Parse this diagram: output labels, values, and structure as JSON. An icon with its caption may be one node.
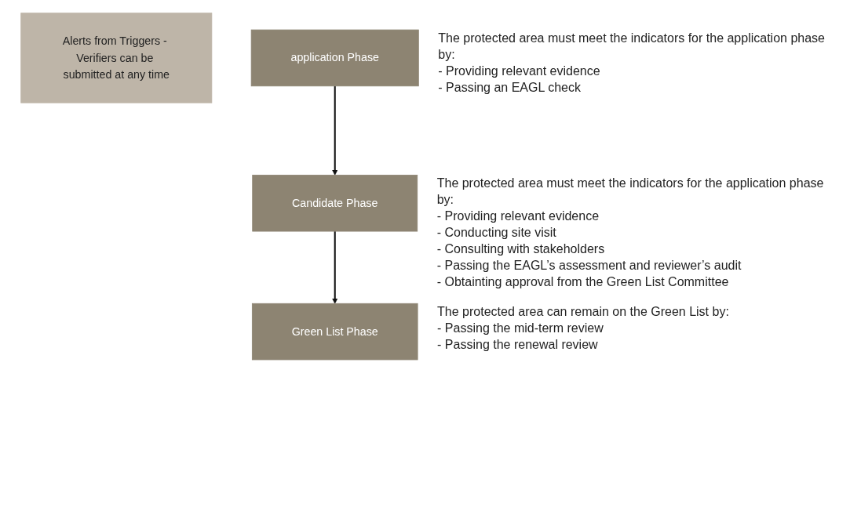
{
  "diagram": {
    "nodes": [
      {
        "text": [
          "Alerts from Triggers - Verifiers can be submitted at any time"
        ]
      },
      {
        "text": [
          "application Phase"
        ],
        "beside": [
          "The protected area must meet the indicators for the application phase by:",
          "- Providing relevant evidence",
          "- Passing an EAGL check"
        ]
      },
      {
        "text": [
          "Candidate Phase"
        ],
        "beside": [
          "The protected area must meet the indicators for the application phase by:",
          "- Providing relevant evidence",
          "- Conducting site visit",
          "- Consulting with stakeholders",
          "- Passing the EAGL’s assessment and reviewer’s audit",
          "- Obtainting approval from the Green List Committee"
        ]
      },
      {
        "text": [
          "Green List Phase"
        ],
        "beside": [
          "The protected area can remain on the Green List by:",
          "- Passing the mid-term review",
          "- Passing the renewal review"
        ]
      }
    ],
    "edges": [
      {
        "from": 1,
        "to": 2,
        "arrow": "to"
      },
      {
        "from": 2,
        "to": 3,
        "arrow": "to"
      }
    ]
  }
}
